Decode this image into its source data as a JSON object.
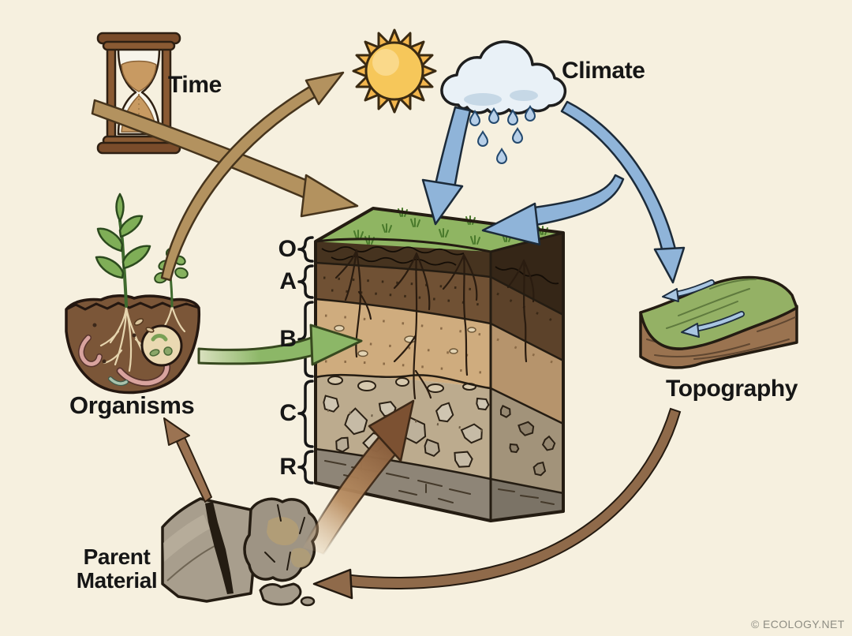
{
  "factors": {
    "time": {
      "label": "Time",
      "icon": "hourglass-icon"
    },
    "climate": {
      "label": "Climate",
      "icons": [
        "sun-icon",
        "rain-cloud-icon"
      ]
    },
    "organisms": {
      "label": "Organisms",
      "icon": "plants-worms-microbes-icon"
    },
    "parent_material": {
      "label_line1": "Parent",
      "label_line2": "Material",
      "icon": "rocks-icon"
    },
    "topography": {
      "label": "Topography",
      "icon": "hillslope-icon"
    }
  },
  "soil_profile": {
    "horizons": [
      {
        "code": "O"
      },
      {
        "code": "A"
      },
      {
        "code": "B"
      },
      {
        "code": "C"
      },
      {
        "code": "R"
      }
    ]
  },
  "arrows": [
    {
      "from": "time",
      "to": "soil-profile",
      "color": "#b3925f"
    },
    {
      "from": "organisms",
      "to": "climate",
      "color": "#b3925f"
    },
    {
      "from": "climate",
      "to": "soil-profile-top",
      "color": "#8fb4d9"
    },
    {
      "from": "climate",
      "to": "soil-profile-top-right",
      "color": "#8fb4d9"
    },
    {
      "from": "climate",
      "to": "topography",
      "color": "#8fb4d9"
    },
    {
      "from": "topography",
      "to": "parent-material",
      "color": "#8f6a4a"
    },
    {
      "from": "parent-material",
      "to": "soil-profile",
      "color": "#9c6b47"
    },
    {
      "from": "parent-material",
      "to": "organisms",
      "color": "#9b7352"
    },
    {
      "from": "organisms",
      "to": "soil-profile-b-horizon",
      "color": "#8cb767"
    }
  ],
  "colors": {
    "background": "#f6f0df",
    "text": "#161616",
    "arrow_blue": "#8fb4d9",
    "arrow_tan": "#b3925f",
    "arrow_brown": "#8f6a4a",
    "arrow_green": "#8cb767",
    "grass_green": "#8fb562",
    "horizon_o": "#46331f",
    "horizon_a": "#705134",
    "horizon_b": "#cfac7e",
    "horizon_c": "#bcab8e",
    "horizon_r": "#8e8577"
  },
  "watermark": "© ECOLOGY.NET"
}
